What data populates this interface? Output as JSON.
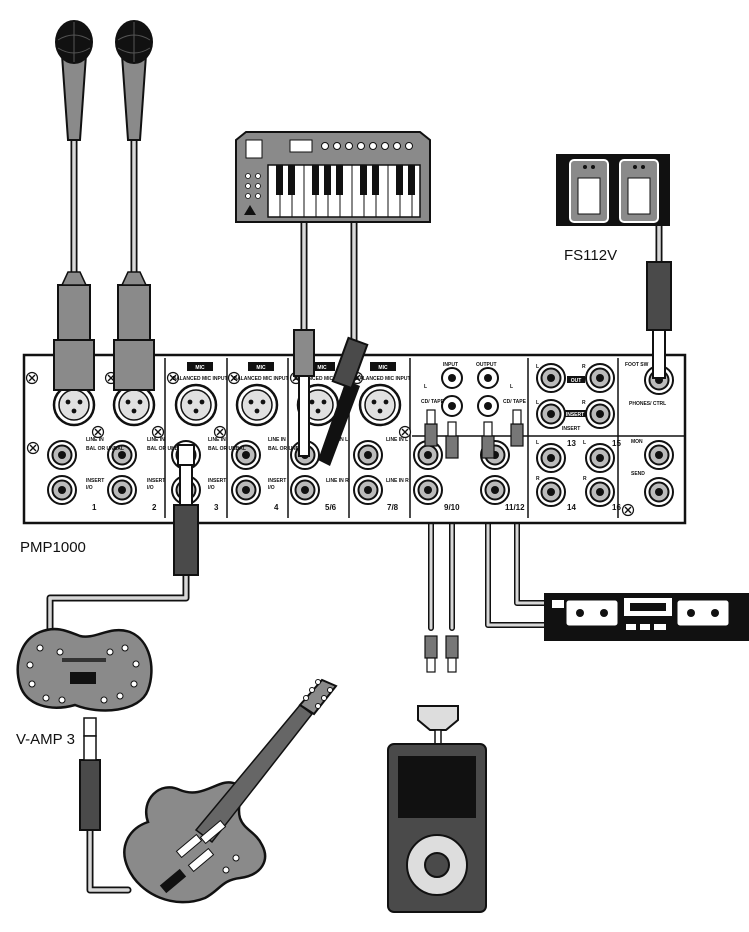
{
  "labels": {
    "mixer": "PMP1000",
    "footswitch": "FS112V",
    "amp_modeler": "V-AMP 3"
  },
  "mixer_panel": {
    "mic_badge": "MIC",
    "mic_caption": "BALANCED MIC INPUT",
    "line_in": "LINE IN",
    "line_in_l": "LINE IN L",
    "line_in_r": "LINE IN R",
    "insert": "INSERT",
    "io": "I/O",
    "bal_unbal": "BAL OR UNBAL",
    "input": "INPUT",
    "output": "OUTPUT",
    "cd_tape": "CD/ TAPE",
    "l": "L",
    "r": "R",
    "out": "OUT",
    "insert_bus": "INSERT",
    "foot_sw": "FOOT SW",
    "phones_ctrl": "PHONES/ CTRL",
    "mon": "MON",
    "send": "SEND",
    "channels": [
      "1",
      "2",
      "3",
      "4",
      "5/6",
      "7/8",
      "9/10",
      "11/12",
      "13",
      "14",
      "15",
      "16"
    ]
  },
  "colors": {
    "line": "#1a1a1a",
    "device_gray": "#8a8a8a",
    "dark_gray": "#4a4a4a",
    "light_gray": "#e6e6e6",
    "panel": "#ffffff"
  },
  "icons": [
    "microphone",
    "midi-keyboard",
    "foot-switch",
    "guitar-amp-modeler",
    "electric-guitar",
    "cassette-deck",
    "mp3-player",
    "xlr-connector",
    "jack-connector",
    "rca-connector"
  ]
}
